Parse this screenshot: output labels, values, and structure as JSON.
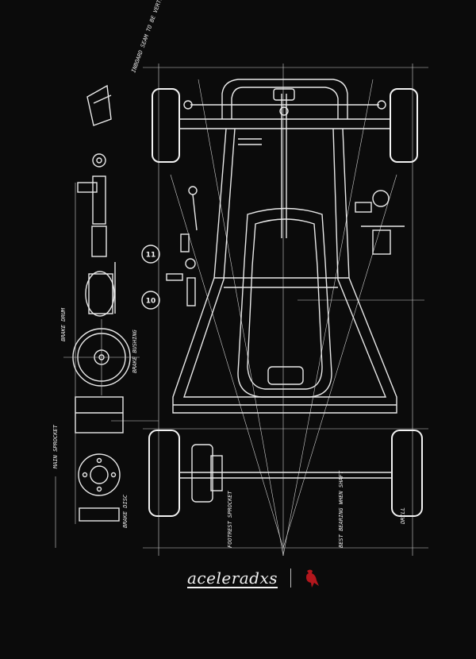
{
  "brand": {
    "name": "aceleradxs",
    "bird_color": "#b3171d"
  },
  "callouts": {
    "a": "11",
    "b": "10"
  },
  "colors": {
    "background": "#0b0b0b",
    "lines": "#e9e9e9"
  },
  "notes": [
    "INBOARD SEAM TO BE VERTICAL AND PAD",
    "BRAKE BUSHING",
    "BRAKE DRUM",
    "BRAKE DISC",
    "FOOTREST SPROCKET",
    "BEST BEARING WHEN SHAFT",
    "MAIN SPROCKET",
    "DRILL"
  ]
}
